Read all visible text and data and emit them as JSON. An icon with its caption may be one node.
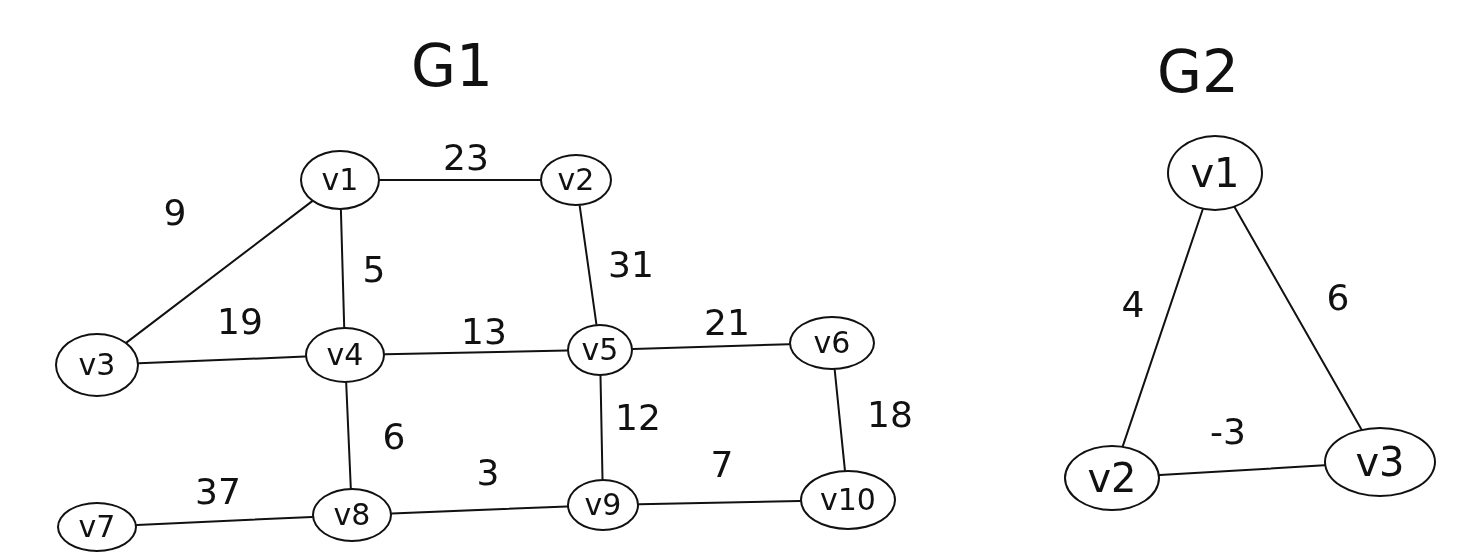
{
  "diagram": {
    "nodes": [
      {
        "text": [
          "v1"
        ]
      },
      {
        "text": [
          "v2"
        ]
      },
      {
        "text": [
          "v3"
        ]
      },
      {
        "text": [
          "v4"
        ]
      },
      {
        "text": [
          "v5"
        ]
      },
      {
        "text": [
          "v6"
        ]
      },
      {
        "text": [
          "v7"
        ]
      },
      {
        "text": [
          "v8"
        ]
      },
      {
        "text": [
          "v9"
        ]
      },
      {
        "text": [
          "v10"
        ]
      },
      {
        "text": [
          "v1"
        ]
      },
      {
        "text": [
          "v2"
        ]
      },
      {
        "text": [
          "v3"
        ]
      }
    ],
    "edges": [
      {
        "from": 0,
        "to": 1,
        "arrow": "none",
        "label": "23"
      },
      {
        "from": 0,
        "to": 2,
        "arrow": "none",
        "label": "9"
      },
      {
        "from": 0,
        "to": 3,
        "arrow": "none",
        "label": "5"
      },
      {
        "from": 1,
        "to": 4,
        "arrow": "none",
        "label": "31"
      },
      {
        "from": 2,
        "to": 3,
        "arrow": "none",
        "label": "19"
      },
      {
        "from": 3,
        "to": 4,
        "arrow": "none",
        "label": "13"
      },
      {
        "from": 4,
        "to": 5,
        "arrow": "none",
        "label": "21"
      },
      {
        "from": 3,
        "to": 7,
        "arrow": "none",
        "label": "6"
      },
      {
        "from": 4,
        "to": 8,
        "arrow": "none",
        "label": "12"
      },
      {
        "from": 5,
        "to": 9,
        "arrow": "none",
        "label": "18"
      },
      {
        "from": 6,
        "to": 7,
        "arrow": "none",
        "label": "37"
      },
      {
        "from": 7,
        "to": 8,
        "arrow": "none",
        "label": "3"
      },
      {
        "from": 8,
        "to": 9,
        "arrow": "none",
        "label": "7"
      },
      {
        "from": 10,
        "to": 11,
        "arrow": "none",
        "label": "4"
      },
      {
        "from": 10,
        "to": 12,
        "arrow": "none",
        "label": "6"
      },
      {
        "from": 11,
        "to": 12,
        "arrow": "none",
        "label": "-3"
      }
    ],
    "labels": [
      "G1",
      "G2"
    ]
  }
}
